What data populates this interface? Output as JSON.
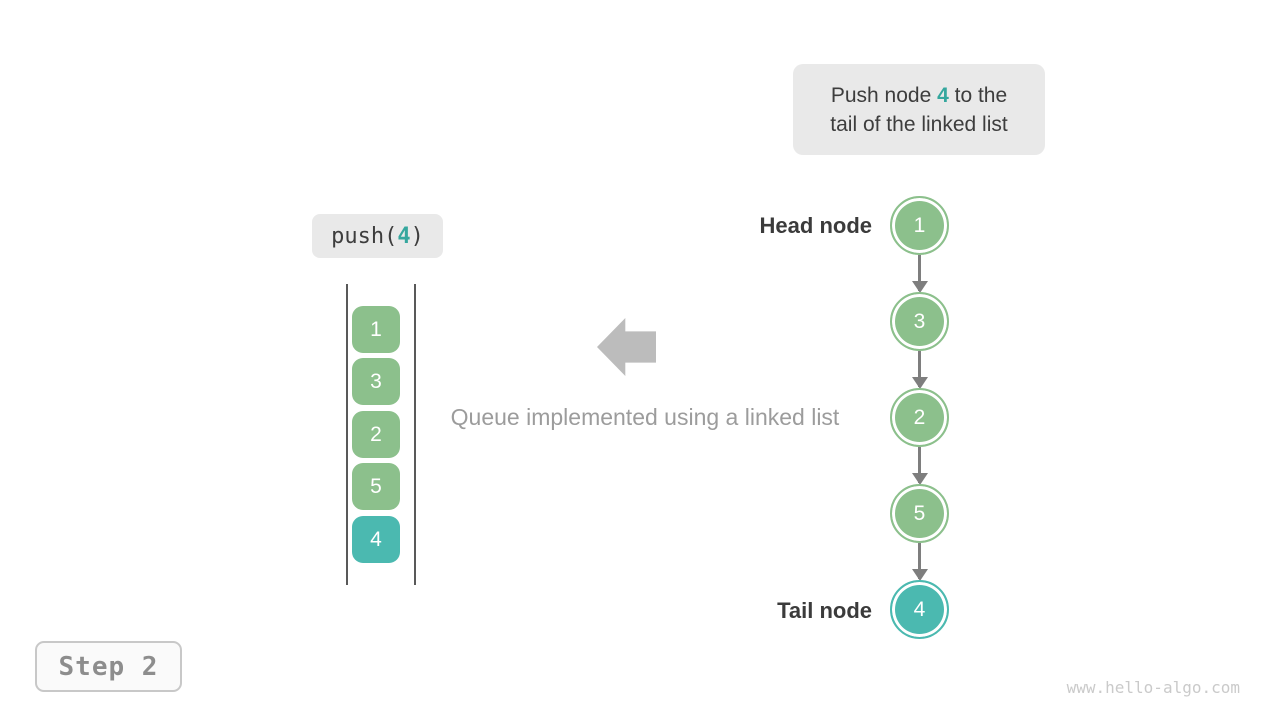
{
  "callout": {
    "prefix": "Push node ",
    "value": "4",
    "suffix": " to the",
    "line2": "tail of the linked list"
  },
  "push_label": {
    "prefix": "push(",
    "value": "4",
    "suffix": ")"
  },
  "queue_stack": {
    "cells": [
      {
        "value": "1",
        "highlight": false
      },
      {
        "value": "3",
        "highlight": false
      },
      {
        "value": "2",
        "highlight": false
      },
      {
        "value": "5",
        "highlight": false
      },
      {
        "value": "4",
        "highlight": true
      }
    ]
  },
  "caption": "Queue implemented using a linked list",
  "linked_list": {
    "head_label": "Head node",
    "tail_label": "Tail node",
    "nodes": [
      {
        "value": "1",
        "highlight": false
      },
      {
        "value": "3",
        "highlight": false
      },
      {
        "value": "2",
        "highlight": false
      },
      {
        "value": "5",
        "highlight": false
      },
      {
        "value": "4",
        "highlight": true
      }
    ]
  },
  "step_badge": "Step 2",
  "watermark": "www.hello-algo.com",
  "colors": {
    "node_green": "#8cc08c",
    "node_teal": "#4bb9b0",
    "accent_text_teal": "#35a79e",
    "callout_bg": "#e9e9e9",
    "big_arrow_gray": "#bcbcbc",
    "caption_gray": "#9c9c9c",
    "connector_gray": "#7e7e7e",
    "label_dark": "#3b3b3b",
    "stack_rail_gray": "#595959",
    "step_text_gray": "#8d8d8d",
    "watermark_gray": "#cacaca"
  }
}
